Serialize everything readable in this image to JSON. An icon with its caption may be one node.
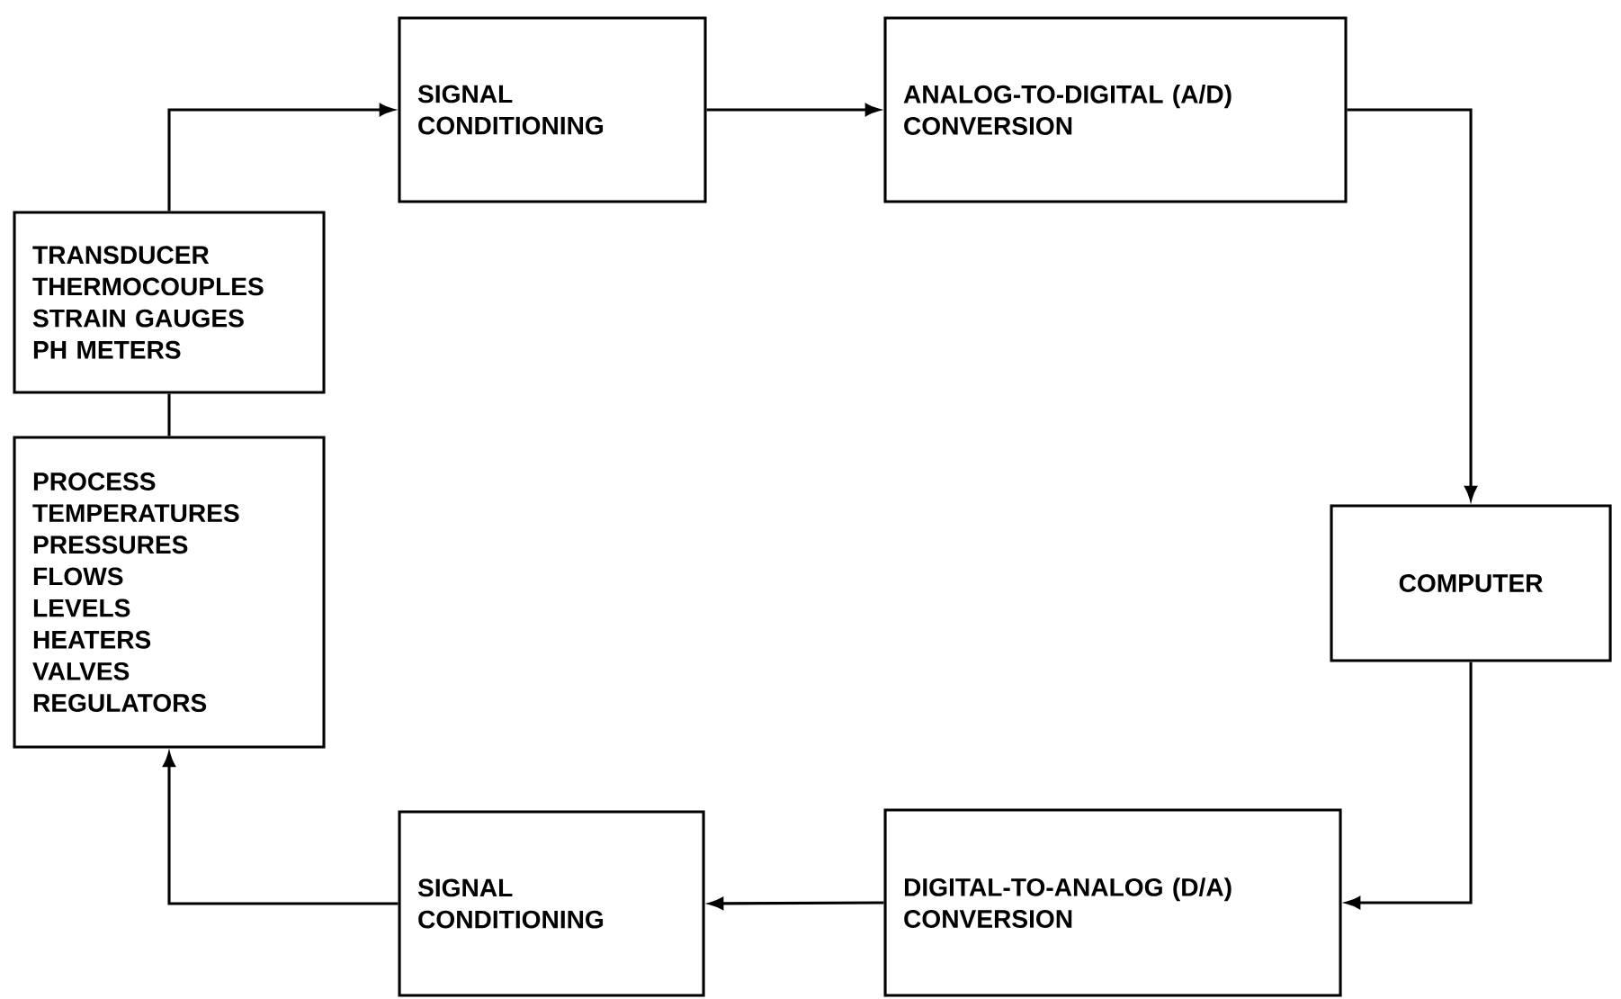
{
  "diagram": {
    "nodes": [
      {
        "text": [
          "SIGNAL CONDITIONING"
        ]
      },
      {
        "text": [
          "ANALOG-TO-DIGITAL (A/D) CONVERSION"
        ]
      },
      {
        "text": [
          "TRANSDUCER",
          "THERMOCOUPLES",
          "STRAIN GAUGES",
          "PH METERS"
        ]
      },
      {
        "text": [
          "PROCESS",
          "TEMPERATURES",
          "PRESSURES",
          "FLOWS",
          "LEVELS",
          "HEATERS",
          "VALVES",
          "REGULATORS"
        ]
      },
      {
        "text": [
          "COMPUTER"
        ]
      },
      {
        "text": [
          "SIGNAL CONDITIONING"
        ]
      },
      {
        "text": [
          "DIGITAL-TO-ANALOG (D/A) CONVERSION"
        ]
      }
    ],
    "edges": [
      {
        "from": 2,
        "to": 0,
        "arrow": "to"
      },
      {
        "from": 0,
        "to": 1,
        "arrow": "to"
      },
      {
        "from": 1,
        "to": 4,
        "arrow": "to"
      },
      {
        "from": 4,
        "to": 6,
        "arrow": "to"
      },
      {
        "from": 6,
        "to": 5,
        "arrow": "to"
      },
      {
        "from": 5,
        "to": 3,
        "arrow": "to"
      },
      {
        "from": 3,
        "to": 2,
        "arrow": "none"
      }
    ]
  }
}
